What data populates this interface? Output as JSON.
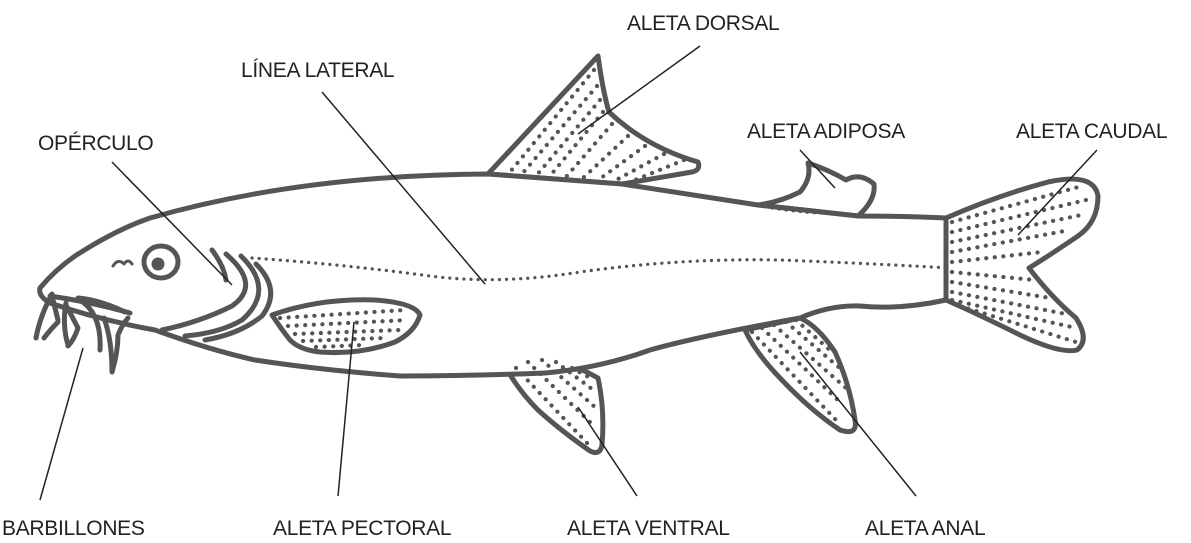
{
  "diagram": {
    "labels": {
      "aleta_dorsal": "ALETA DORSAL",
      "linea_lateral": "LÍNEA LATERAL",
      "operculo": "OPÉRCULO",
      "aleta_adiposa": "ALETA ADIPOSA",
      "aleta_caudal": "ALETA CAUDAL",
      "barbillones": "BARBILLONES",
      "aleta_pectoral": "ALETA PECTORAL",
      "aleta_ventral": "ALETA VENTRAL",
      "aleta_anal": "ALETA ANAL"
    },
    "colors": {
      "outline": "#555555",
      "text": "#222222",
      "background": "#ffffff"
    }
  }
}
